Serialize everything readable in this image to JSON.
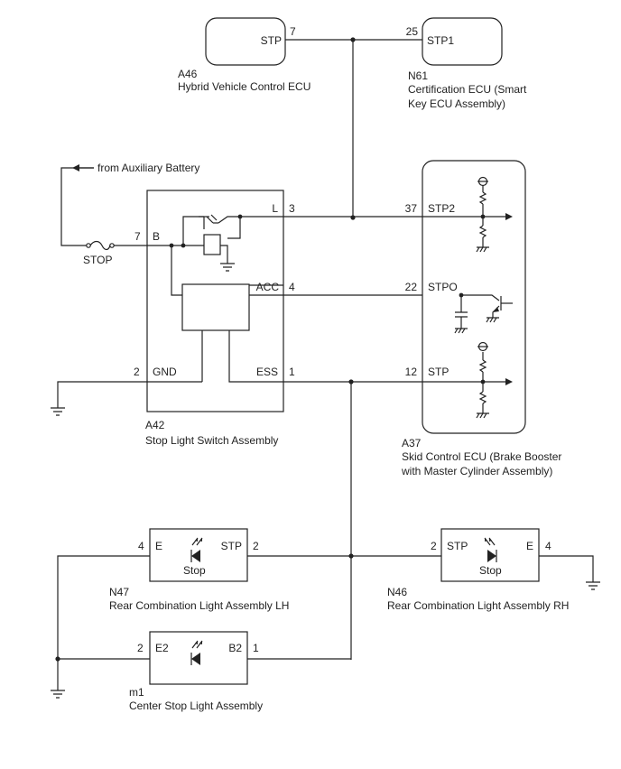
{
  "diagram": {
    "wire_color": "#222222",
    "supply": {
      "label": "from Auxiliary Battery",
      "fuse": "STOP"
    },
    "ecu_a46": {
      "id": "A46",
      "name": "Hybrid Vehicle Control ECU",
      "pin": "7",
      "terminal": "STP"
    },
    "ecu_n61": {
      "id": "N61",
      "name_line1": "Certification ECU (Smart",
      "name_line2": "Key ECU Assembly)",
      "pin": "25",
      "terminal": "STP1"
    },
    "switch_a42": {
      "id": "A42",
      "name": "Stop Light Switch Assembly",
      "pins": {
        "b": {
          "num": "7",
          "label": "B"
        },
        "l": {
          "num": "3",
          "label": "L"
        },
        "acc": {
          "num": "4",
          "label": "ACC"
        },
        "gnd": {
          "num": "2",
          "label": "GND"
        },
        "ess": {
          "num": "1",
          "label": "ESS"
        }
      }
    },
    "ecu_a37": {
      "id": "A37",
      "name_line1": "Skid Control ECU (Brake Booster",
      "name_line2": "with Master Cylinder Assembly)",
      "pins": {
        "stp2": {
          "num": "37",
          "label": "STP2"
        },
        "stpo": {
          "num": "22",
          "label": "STPO"
        },
        "stp": {
          "num": "12",
          "label": "STP"
        }
      }
    },
    "light_n47": {
      "id": "N47",
      "name": "Rear Combination Light Assembly LH",
      "lamp": "Stop",
      "pin_e": {
        "num": "4",
        "label": "E"
      },
      "pin_stp": {
        "num": "2",
        "label": "STP"
      }
    },
    "light_n46": {
      "id": "N46",
      "name": "Rear Combination Light Assembly RH",
      "lamp": "Stop",
      "pin_stp": {
        "num": "2",
        "label": "STP"
      },
      "pin_e": {
        "num": "4",
        "label": "E"
      }
    },
    "light_m1": {
      "id": "m1",
      "name": "Center Stop Light Assembly",
      "pin_e2": {
        "num": "2",
        "label": "E2"
      },
      "pin_b2": {
        "num": "1",
        "label": "B2"
      }
    }
  }
}
